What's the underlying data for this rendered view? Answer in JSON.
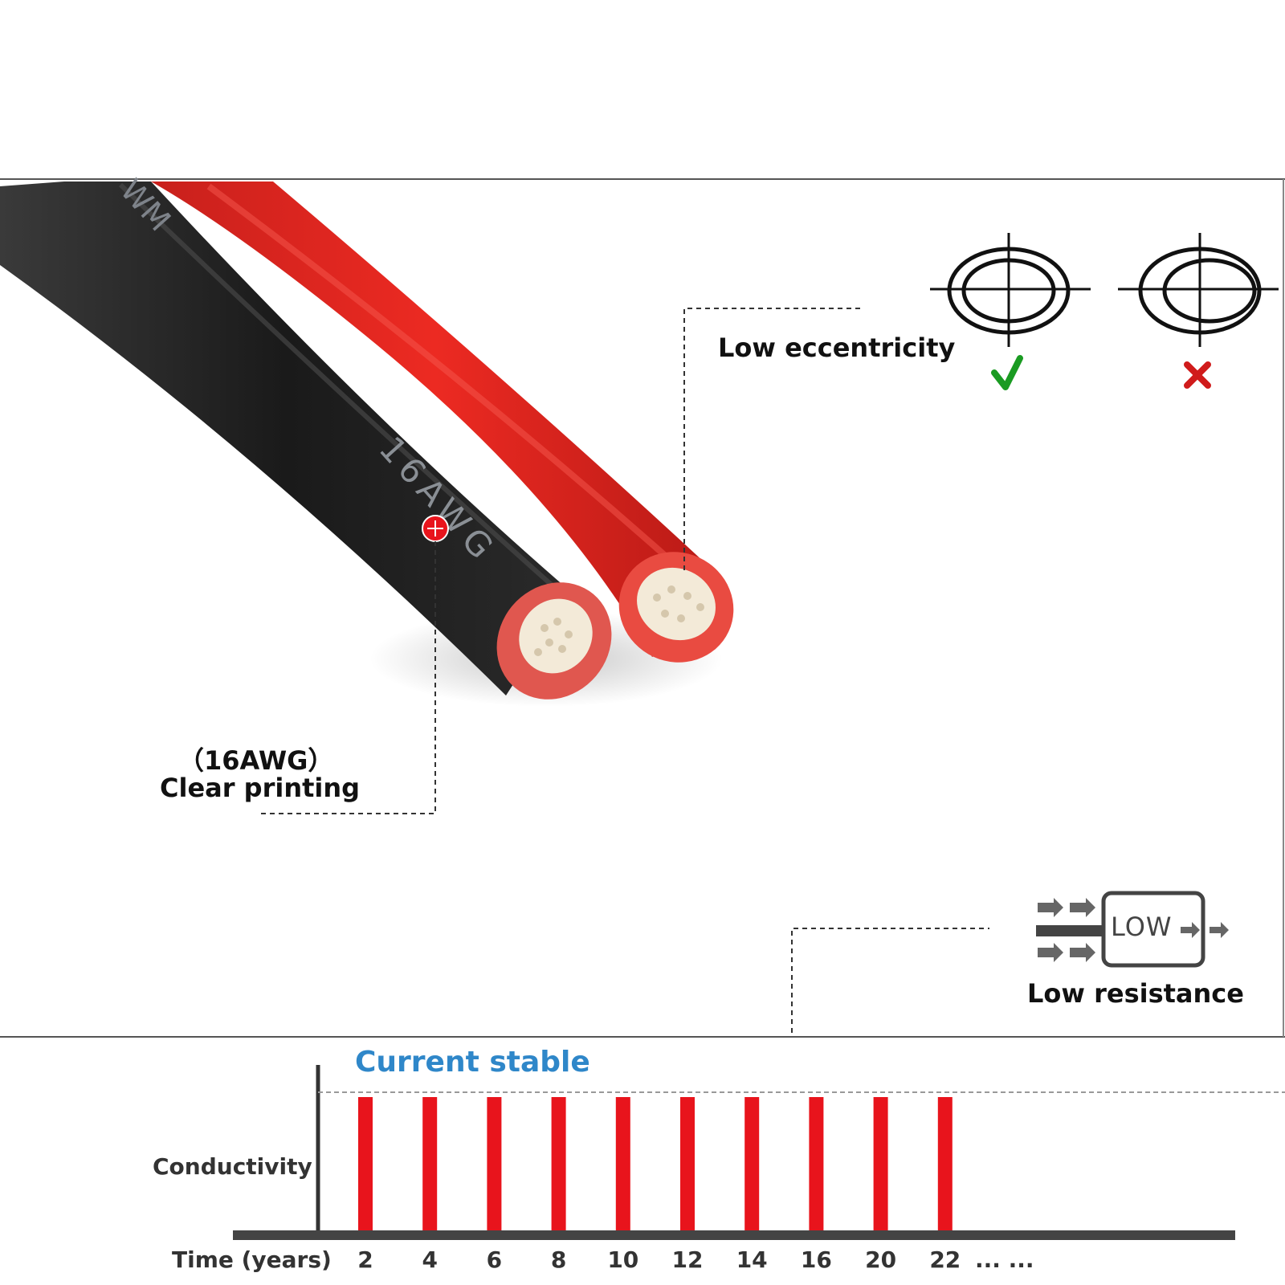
{
  "callouts": {
    "eccentricity": "Low eccentricity",
    "printing_line1": "（16AWG）",
    "printing_line2": "Clear printing",
    "resistance": "Low resistance",
    "resistance_icon_text": "LOW"
  },
  "cable": {
    "jacket_print": "16AWG",
    "colors": {
      "black": "#1f1f1f",
      "red": "#e02420",
      "strands": "#f3ead8"
    }
  },
  "icons": {
    "good": {
      "name": "check-icon",
      "color": "#1a9b22"
    },
    "bad": {
      "name": "cross-icon",
      "color": "#d01b1b"
    }
  },
  "chart_data": {
    "type": "bar",
    "title": "Current stable",
    "ylabel": "Conductivity",
    "xlabel": "Time (years)",
    "categories": [
      "2",
      "4",
      "6",
      "8",
      "10",
      "12",
      "14",
      "16",
      "20",
      "22"
    ],
    "values": [
      1,
      1,
      1,
      1,
      1,
      1,
      1,
      1,
      1,
      1
    ],
    "trailing_label": "... ...",
    "bar_color": "#e8141c",
    "grid": false
  }
}
